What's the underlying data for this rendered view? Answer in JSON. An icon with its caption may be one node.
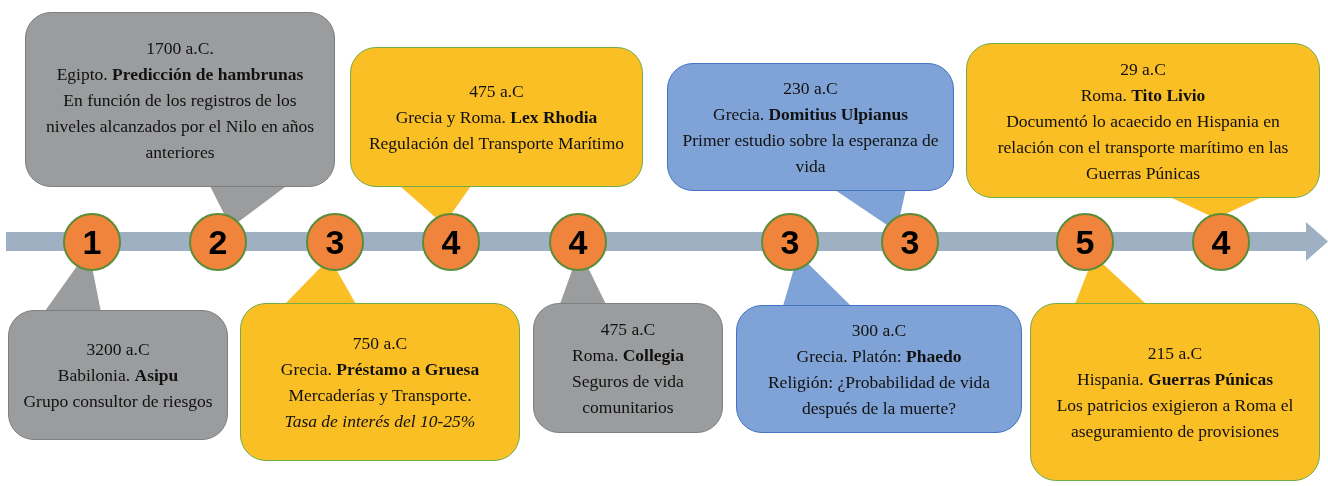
{
  "diagram": {
    "nodes": [
      {
        "text": [
          "1"
        ]
      },
      {
        "text": [
          "2"
        ]
      },
      {
        "text": [
          "3"
        ]
      },
      {
        "text": [
          "4"
        ]
      },
      {
        "text": [
          "4"
        ]
      },
      {
        "text": [
          "3"
        ]
      },
      {
        "text": [
          "3"
        ]
      },
      {
        "text": [
          "5"
        ]
      },
      {
        "text": [
          "4"
        ]
      },
      {
        "text": [
          "3200 a.C",
          "Babilonia. **Asipu**",
          "Grupo consultor de riesgos"
        ]
      },
      {
        "text": [
          "1700 a.C.",
          "Egipto. **Predicción de hambrunas**",
          "En función de los registros de los niveles alcanzados por el Nilo en años anteriores"
        ]
      },
      {
        "text": [
          "750 a.C",
          "Grecia. **Préstamo a Gruesa**",
          "Mercaderías y Transporte.",
          "Tasa de interés del 10-25%"
        ]
      },
      {
        "text": [
          "475 a.C",
          "Grecia y Roma. **Lex Rhodia**",
          "Regulación del Transporte Marítimo"
        ]
      },
      {
        "text": [
          "475 a.C",
          "Roma. **Collegia**",
          "Seguros de vida comunitarios"
        ]
      },
      {
        "text": [
          "230 a.C",
          "Grecia. **Domitius Ulpianus**",
          "Primer estudio sobre la esperanza de vida"
        ]
      },
      {
        "text": [
          "300 a.C",
          "Grecia. Platón: **Phaedo**",
          "Religión: ¿Probabilidad de vida después de la muerte?"
        ]
      },
      {
        "text": [
          "29 a.C",
          "Roma. **Tito Livio**",
          "Documentó lo acaecido en Hispania en relación con el transporte marítimo en las Guerras Púnicas"
        ]
      },
      {
        "text": [
          "215 a.C",
          "Hispania. **Guerras Púnicas**",
          "Los patricios exigieron a Roma el aseguramiento de provisiones"
        ]
      }
    ],
    "edges": [
      {
        "from": 9,
        "to": 0,
        "arrow": "none",
        "color": "#9a9c9e"
      },
      {
        "from": 10,
        "to": 1,
        "arrow": "none",
        "color": "#9a9c9e"
      },
      {
        "from": 11,
        "to": 2,
        "arrow": "none",
        "color": "#fbbf26"
      },
      {
        "from": 12,
        "to": 3,
        "arrow": "none",
        "color": "#fbbf26"
      },
      {
        "from": 13,
        "to": 4,
        "arrow": "none",
        "color": "#9a9c9e"
      },
      {
        "from": 14,
        "to": 6,
        "arrow": "none",
        "color": "#7fa3d6"
      },
      {
        "from": 15,
        "to": 5,
        "arrow": "none",
        "color": "#7fa3d6"
      },
      {
        "from": 16,
        "to": 8,
        "arrow": "none",
        "color": "#fbbf26"
      },
      {
        "from": 17,
        "to": 7,
        "arrow": "none",
        "color": "#fbbf26"
      }
    ]
  }
}
